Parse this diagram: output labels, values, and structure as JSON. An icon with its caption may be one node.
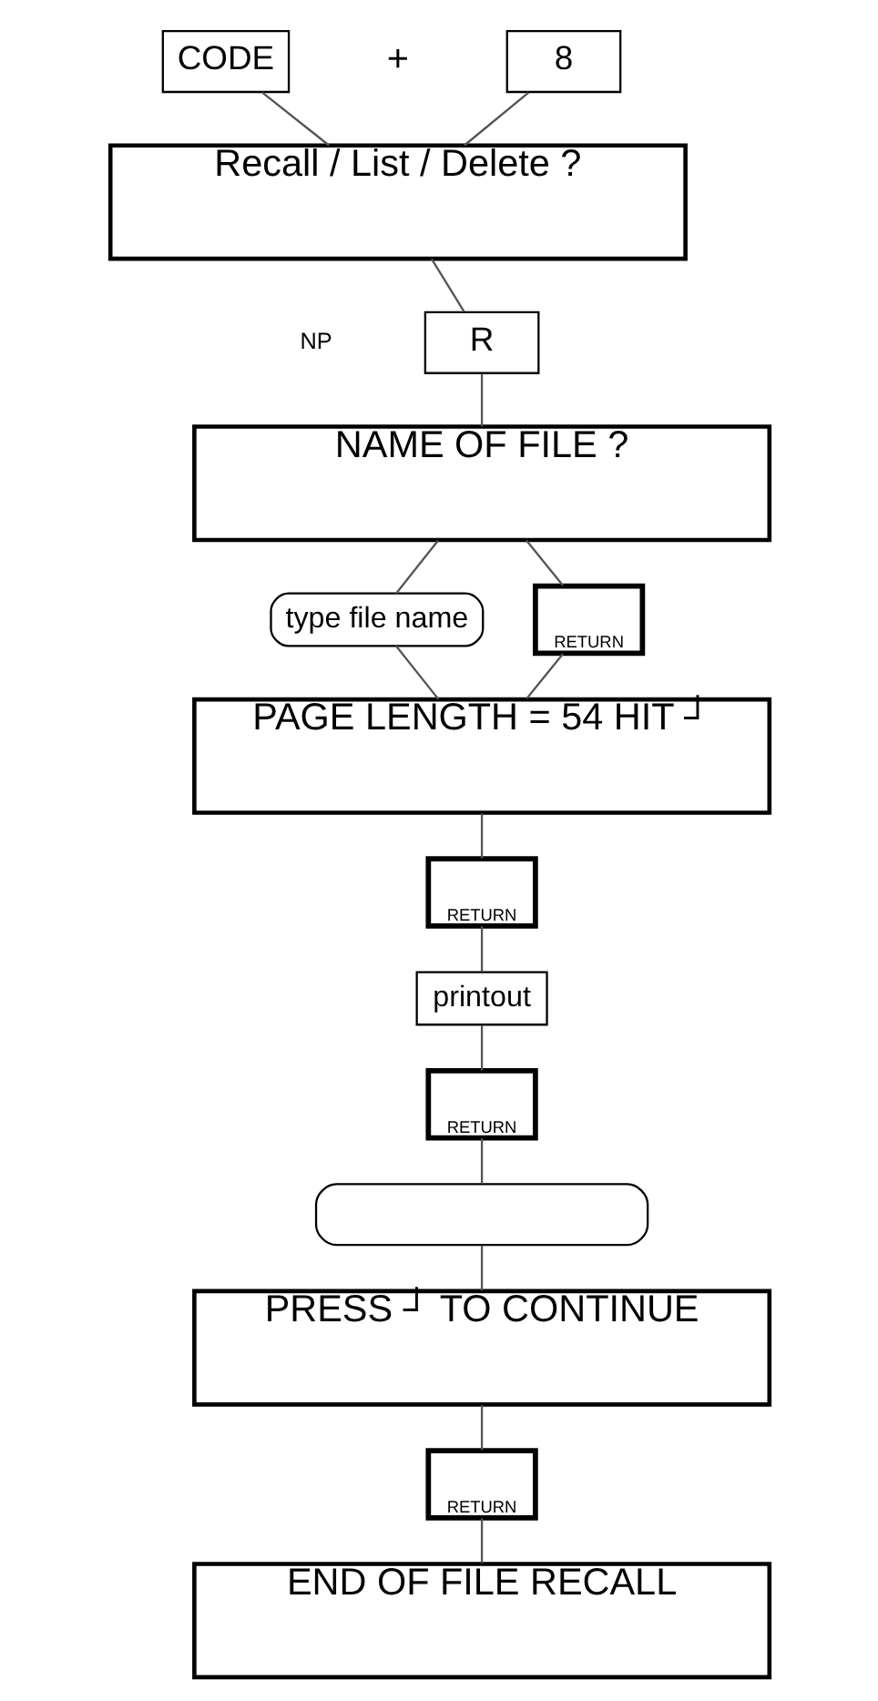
{
  "diagram": {
    "nodes": [
      {
        "text": [
          "CODE"
        ]
      },
      {
        "text": [
          "8"
        ]
      },
      {
        "text": [
          "Recall / List / Delete ?"
        ]
      },
      {
        "text": [
          "R"
        ]
      },
      {
        "text": [
          "NAME OF FILE ?"
        ]
      },
      {
        "text": [
          "type file name"
        ]
      },
      {
        "text": [
          "RETURN"
        ]
      },
      {
        "text": [
          "PAGE LENGTH = 54 HIT ┘"
        ]
      },
      {
        "text": [
          "RETURN"
        ]
      },
      {
        "text": [
          "printout"
        ]
      },
      {
        "text": [
          "RETURN"
        ]
      },
      {
        "text": [],
        "shape": "box"
      },
      {
        "text": [
          "PRESS ┘ TO CONTINUE"
        ]
      },
      {
        "text": [
          "RETURN"
        ]
      },
      {
        "text": [
          "END OF FILE RECALL"
        ]
      }
    ],
    "edges": [
      {
        "from": 0,
        "to": 2,
        "arrow": "none"
      },
      {
        "from": 1,
        "to": 2,
        "arrow": "none"
      },
      {
        "from": 2,
        "to": 3,
        "arrow": "none"
      },
      {
        "from": 3,
        "to": 4,
        "arrow": "none"
      },
      {
        "from": 4,
        "to": 5,
        "arrow": "none"
      },
      {
        "from": 4,
        "to": 6,
        "arrow": "none"
      },
      {
        "from": 5,
        "to": 7,
        "arrow": "none"
      },
      {
        "from": 6,
        "to": 7,
        "arrow": "none"
      },
      {
        "from": 7,
        "to": 8,
        "arrow": "none"
      },
      {
        "from": 8,
        "to": 9,
        "arrow": "none"
      },
      {
        "from": 9,
        "to": 10,
        "arrow": "none"
      },
      {
        "from": 10,
        "to": 11,
        "arrow": "none"
      },
      {
        "from": 11,
        "to": 12,
        "arrow": "none"
      },
      {
        "from": 12,
        "to": 13,
        "arrow": "none"
      },
      {
        "from": 13,
        "to": 14,
        "arrow": "none"
      }
    ],
    "labels": [
      "+",
      "NP"
    ]
  }
}
